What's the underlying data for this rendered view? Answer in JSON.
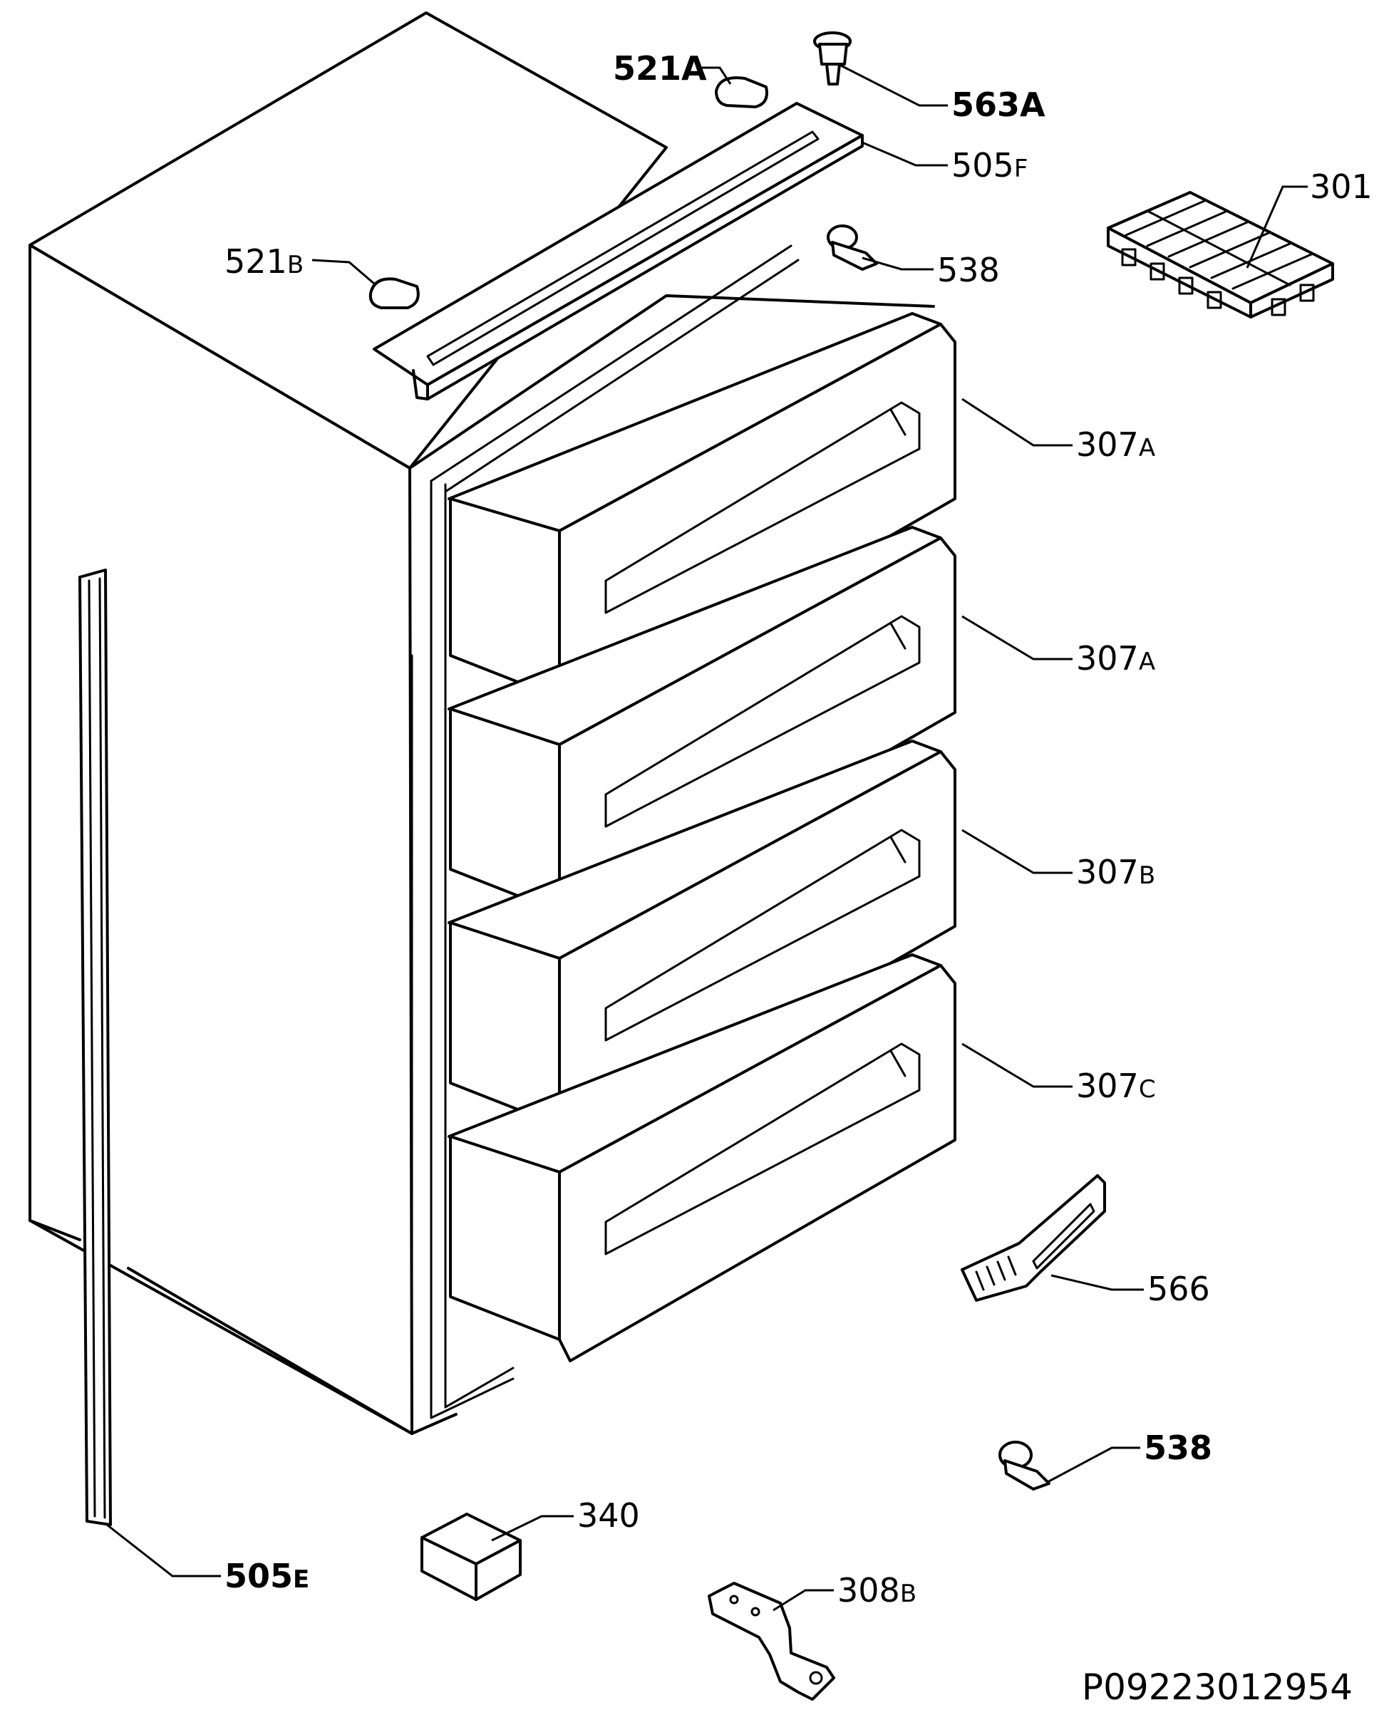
{
  "labels": {
    "l521A": "521",
    "l521A_suffix": "A",
    "l563A": "563",
    "l563A_suffix": "A",
    "l505F": "505",
    "l505F_suffix": "F",
    "l301": "301",
    "l521B": "521",
    "l521B_suffix": "B",
    "l538_top": "538",
    "l307A_1": "307",
    "l307A_1_suffix": "A",
    "l307A_2": "307",
    "l307A_2_suffix": "A",
    "l307B": "307",
    "l307B_suffix": "B",
    "l307C": "307",
    "l307C_suffix": "C",
    "l566": "566",
    "l538_bottom": "538",
    "l340": "340",
    "l308B": "308",
    "l308B_suffix": "B",
    "l505E": "505",
    "l505E_suffix": "E"
  },
  "document_id": "P09223012954"
}
